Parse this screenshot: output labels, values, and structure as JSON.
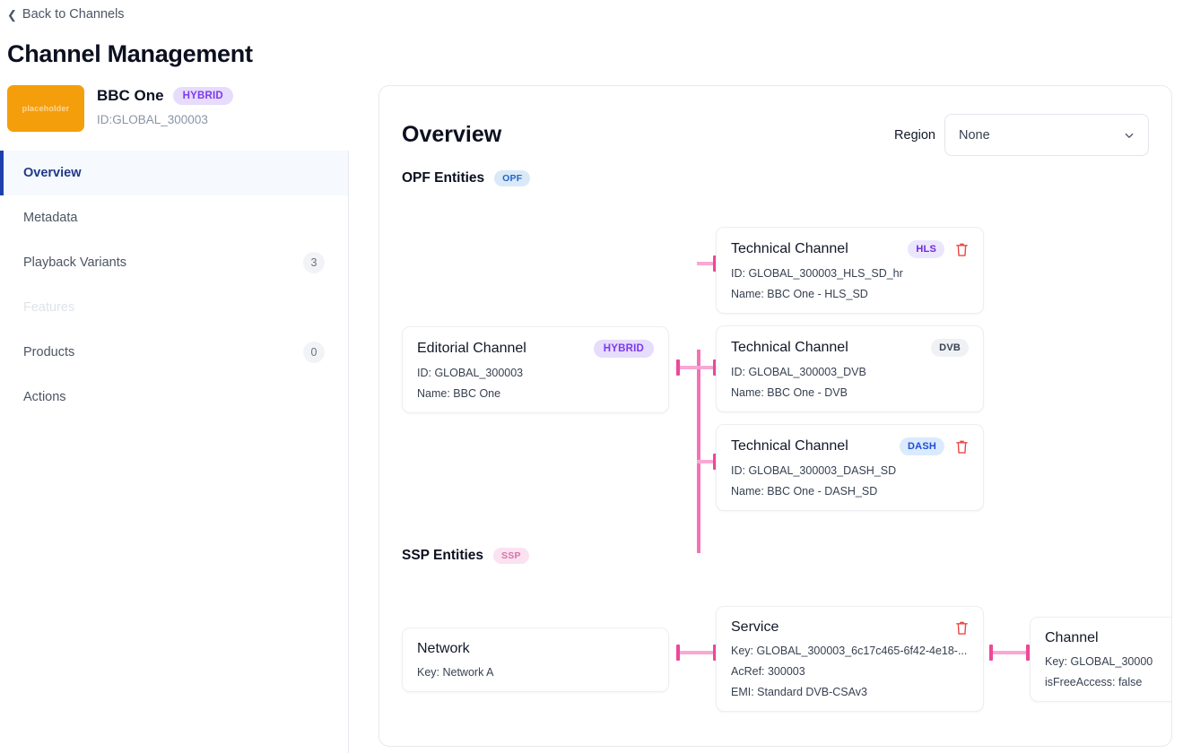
{
  "topbar": {
    "back_label": "Back to Channels",
    "back_icon": "chevron-left-icon"
  },
  "page": {
    "title": "Channel Management"
  },
  "channel": {
    "thumbnail_label": "placeholder",
    "thumbnail_color": "#f59e0b",
    "name": "BBC One",
    "badge": "HYBRID",
    "id_line": "ID:GLOBAL_300003"
  },
  "sidebar": {
    "items": [
      {
        "label": "Overview",
        "count": null,
        "active": true,
        "disabled": false
      },
      {
        "label": "Metadata",
        "count": null,
        "active": false,
        "disabled": false
      },
      {
        "label": "Playback Variants",
        "count": "3",
        "active": false,
        "disabled": false
      },
      {
        "label": "Features",
        "count": null,
        "active": false,
        "disabled": true
      },
      {
        "label": "Products",
        "count": "0",
        "active": false,
        "disabled": false
      },
      {
        "label": "Actions",
        "count": null,
        "active": false,
        "disabled": false
      }
    ]
  },
  "overview": {
    "title": "Overview",
    "region": {
      "label": "Region",
      "value": "None",
      "chevron_icon": "chevron-down-icon"
    },
    "opf_section": {
      "title": "OPF Entities",
      "badge": "OPF"
    },
    "ssp_section": {
      "title": "SSP Entities",
      "badge": "SSP"
    },
    "opf": {
      "editorial": {
        "title": "Editorial Channel",
        "badge": "HYBRID",
        "lines": [
          "ID: GLOBAL_300003",
          "Name: BBC One"
        ]
      },
      "technical": [
        {
          "title": "Technical Channel",
          "badge": "HLS",
          "badge_style": "hls",
          "has_delete": true,
          "lines": [
            "ID: GLOBAL_300003_HLS_SD_hr",
            "Name: BBC One - HLS_SD"
          ]
        },
        {
          "title": "Technical Channel",
          "badge": "DVB",
          "badge_style": "dvb",
          "has_delete": false,
          "lines": [
            "ID: GLOBAL_300003_DVB",
            "Name: BBC One - DVB"
          ]
        },
        {
          "title": "Technical Channel",
          "badge": "DASH",
          "badge_style": "dash",
          "has_delete": true,
          "lines": [
            "ID: GLOBAL_300003_DASH_SD",
            "Name: BBC One - DASH_SD"
          ]
        }
      ]
    },
    "ssp": {
      "network": {
        "title": "Network",
        "lines": [
          "Key: Network A"
        ]
      },
      "service": {
        "title": "Service",
        "has_delete": true,
        "lines": [
          "Key: GLOBAL_300003_6c17c465-6f42-4e18-...",
          "AcRef: 300003",
          "EMI: Standard DVB-CSAv3"
        ]
      },
      "channel": {
        "title": "Channel",
        "lines": [
          "Key: GLOBAL_30000",
          "isFreeAccess: false"
        ]
      }
    }
  },
  "colors": {
    "accent_nav": "#1e40af",
    "connector": "#ec4899",
    "connector_light": "#f9a8d4",
    "thumbnail": "#f59e0b",
    "delete": "#ef4444"
  }
}
